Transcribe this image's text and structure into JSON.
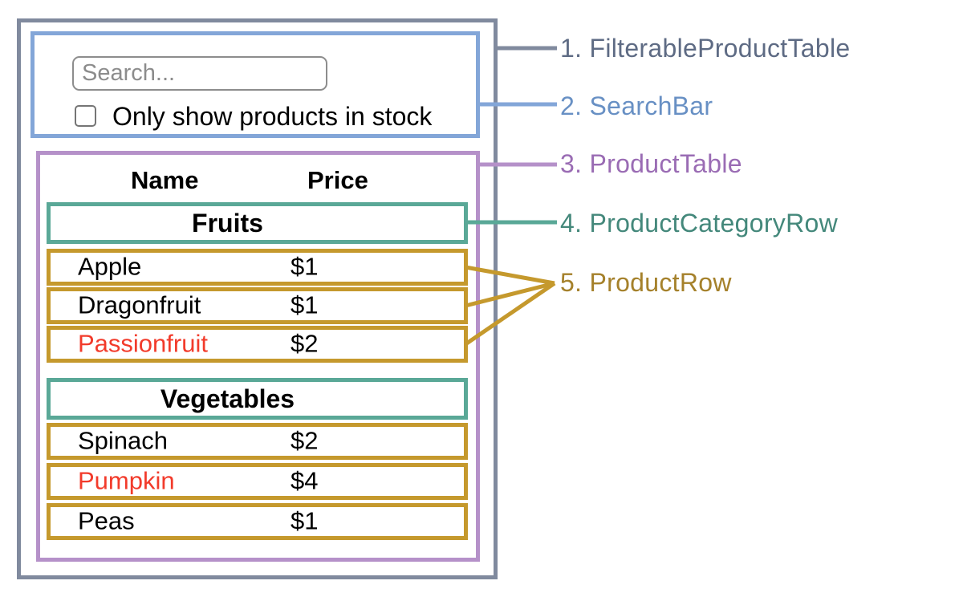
{
  "colors": {
    "outer_box_border": "#808a9e",
    "search_bar_border": "#83a6d8",
    "product_table_border": "#b591c9",
    "category_row_border": "#5aa897",
    "product_row_border": "#c5992d",
    "out_of_stock_text": "#f23b2b",
    "legend_1": "#5e6b84",
    "legend_2": "#6890c4",
    "legend_3": "#9a6cb4",
    "legend_4": "#44887b",
    "legend_5": "#a5812b"
  },
  "search_bar": {
    "placeholder": "Search...",
    "checkbox_label": "Only show products in stock",
    "checkbox_checked": false
  },
  "product_table": {
    "columns": [
      "Name",
      "Price"
    ],
    "sections": [
      {
        "category": "Fruits",
        "rows": [
          {
            "name": "Apple",
            "price": "$1",
            "in_stock": true
          },
          {
            "name": "Dragonfruit",
            "price": "$1",
            "in_stock": true
          },
          {
            "name": "Passionfruit",
            "price": "$2",
            "in_stock": false
          }
        ]
      },
      {
        "category": "Vegetables",
        "rows": [
          {
            "name": "Spinach",
            "price": "$2",
            "in_stock": true
          },
          {
            "name": "Pumpkin",
            "price": "$4",
            "in_stock": false
          },
          {
            "name": "Peas",
            "price": "$1",
            "in_stock": true
          }
        ]
      }
    ]
  },
  "legend": {
    "items": [
      {
        "label": "1. FilterableProductTable",
        "color": "#5e6b84"
      },
      {
        "label": "2. SearchBar",
        "color": "#6890c4"
      },
      {
        "label": "3. ProductTable",
        "color": "#9a6cb4"
      },
      {
        "label": "4. ProductCategoryRow",
        "color": "#44887b"
      },
      {
        "label": "5. ProductRow",
        "color": "#a5812b"
      }
    ]
  }
}
